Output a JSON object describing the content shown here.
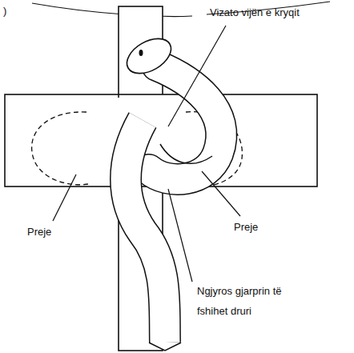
{
  "diagram": {
    "labels": [
      ")",
      "Vizato vijën e kryqit",
      "Preje",
      "Preje",
      "Ngjyros gjarprin të fshihet druri"
    ]
  }
}
